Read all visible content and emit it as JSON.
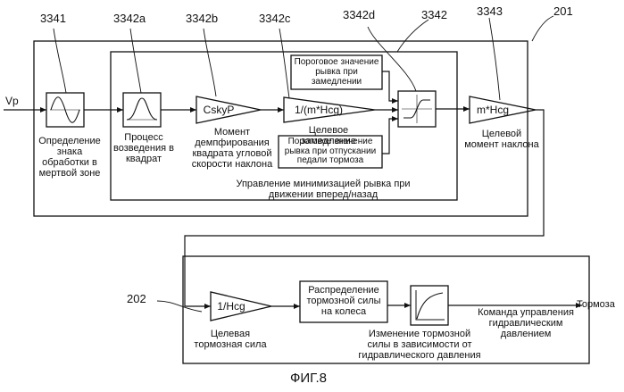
{
  "refs": {
    "r3341": "3341",
    "r3342a": "3342a",
    "r3342b": "3342b",
    "r3342c": "3342c",
    "r3342d": "3342d",
    "r3342": "3342",
    "r3343": "3343",
    "r201": "201",
    "r202": "202"
  },
  "signals": {
    "input": "Vp",
    "output": "Тормоза"
  },
  "blocks": {
    "cskyp": "CskyP",
    "inv_mhcg": "1/(m*Hcg)",
    "mhcg": "m*Hcg",
    "inv_hcg": "1/Hcg",
    "threshold_decel": "Пороговое значение рывка при замедлении",
    "threshold_release": "Пороговое значение рывка при отпускании педали тормоза",
    "distribution": "Распределение тормозной силы на колеса"
  },
  "labels": {
    "sign_det": "Определение знака обработки в мертвой зоне",
    "square": "Процесс возведения в квадрат",
    "damping": "Момент демпфирования квадрата угловой скорости наклона",
    "target_decel": "Целевое замедление",
    "target_moment": "Целевой момент наклона",
    "jerk_control": "Управление минимизацией рывка при движении вперед/назад",
    "target_brake": "Целевая тормозная сила",
    "brake_change": "Изменение тормозной силы в зависимости от гидравлического давления",
    "hydraulic_cmd": "Команда управления гидравлическим давлением"
  },
  "caption": "ФИГ.8"
}
